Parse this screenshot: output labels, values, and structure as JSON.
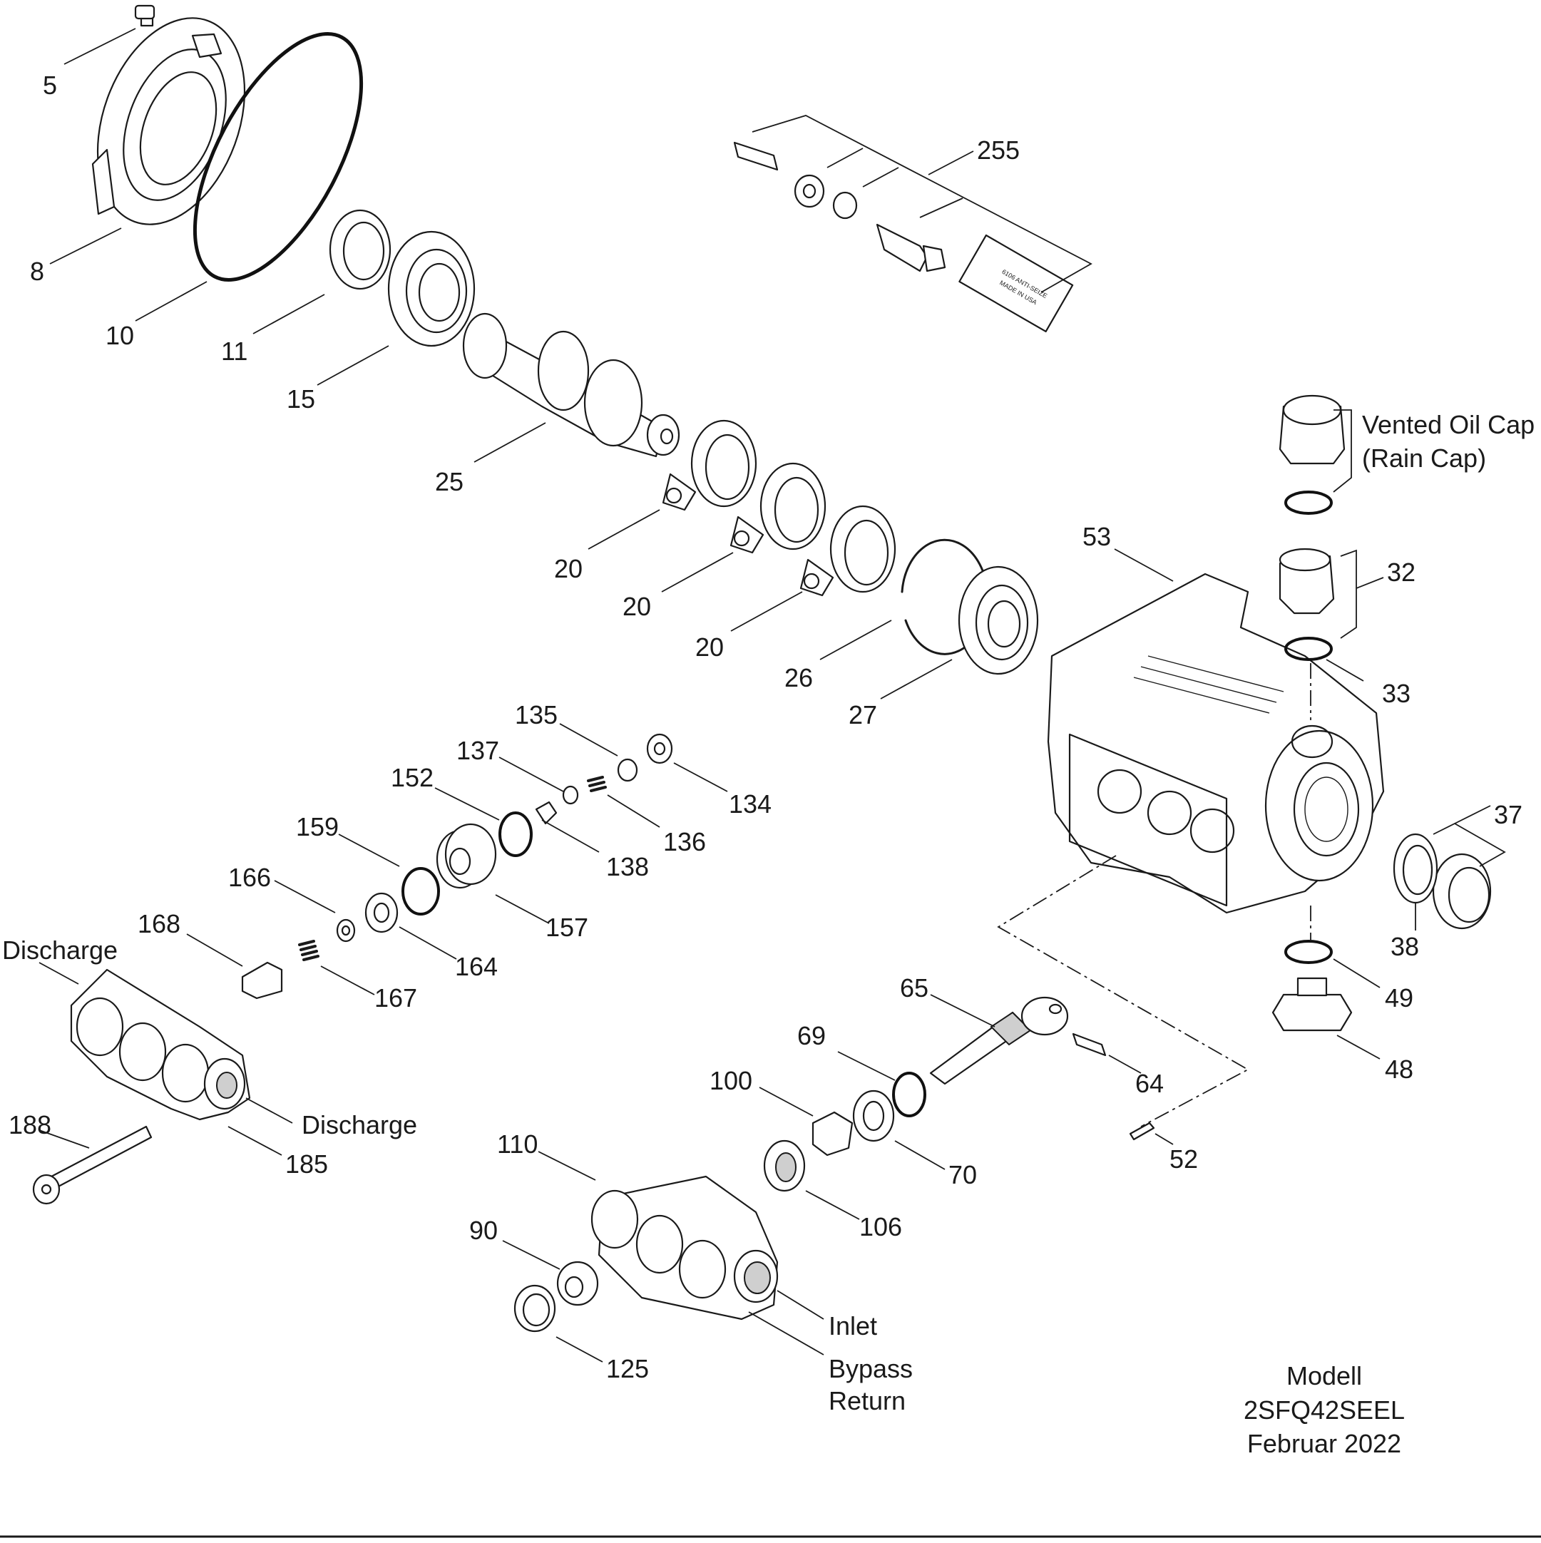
{
  "diagram": {
    "part_labels": [
      "5",
      "8",
      "10",
      "11",
      "15",
      "25",
      "255",
      "20",
      "20",
      "20",
      "26",
      "27",
      "53",
      "32",
      "33",
      "37",
      "38",
      "49",
      "48",
      "135",
      "134",
      "137",
      "136",
      "152",
      "138",
      "159",
      "157",
      "166",
      "164",
      "168",
      "167",
      "65",
      "64",
      "69",
      "70",
      "100",
      "106",
      "52",
      "110",
      "90",
      "125",
      "188",
      "185"
    ],
    "annotations": {
      "vented_oil_cap": "Vented Oil Cap",
      "rain_cap": "(Rain Cap)",
      "discharge_left": "Discharge",
      "discharge_right": "Discharge",
      "inlet": "Inlet",
      "bypass": "Bypass",
      "return": "Return"
    },
    "decal_text": [
      "6106 ANTI-SEIZE",
      "MADE IN USA"
    ],
    "model": {
      "line1": "Modell",
      "line2": "2SFQ42SEEL",
      "line3": "Februar 2022"
    }
  }
}
